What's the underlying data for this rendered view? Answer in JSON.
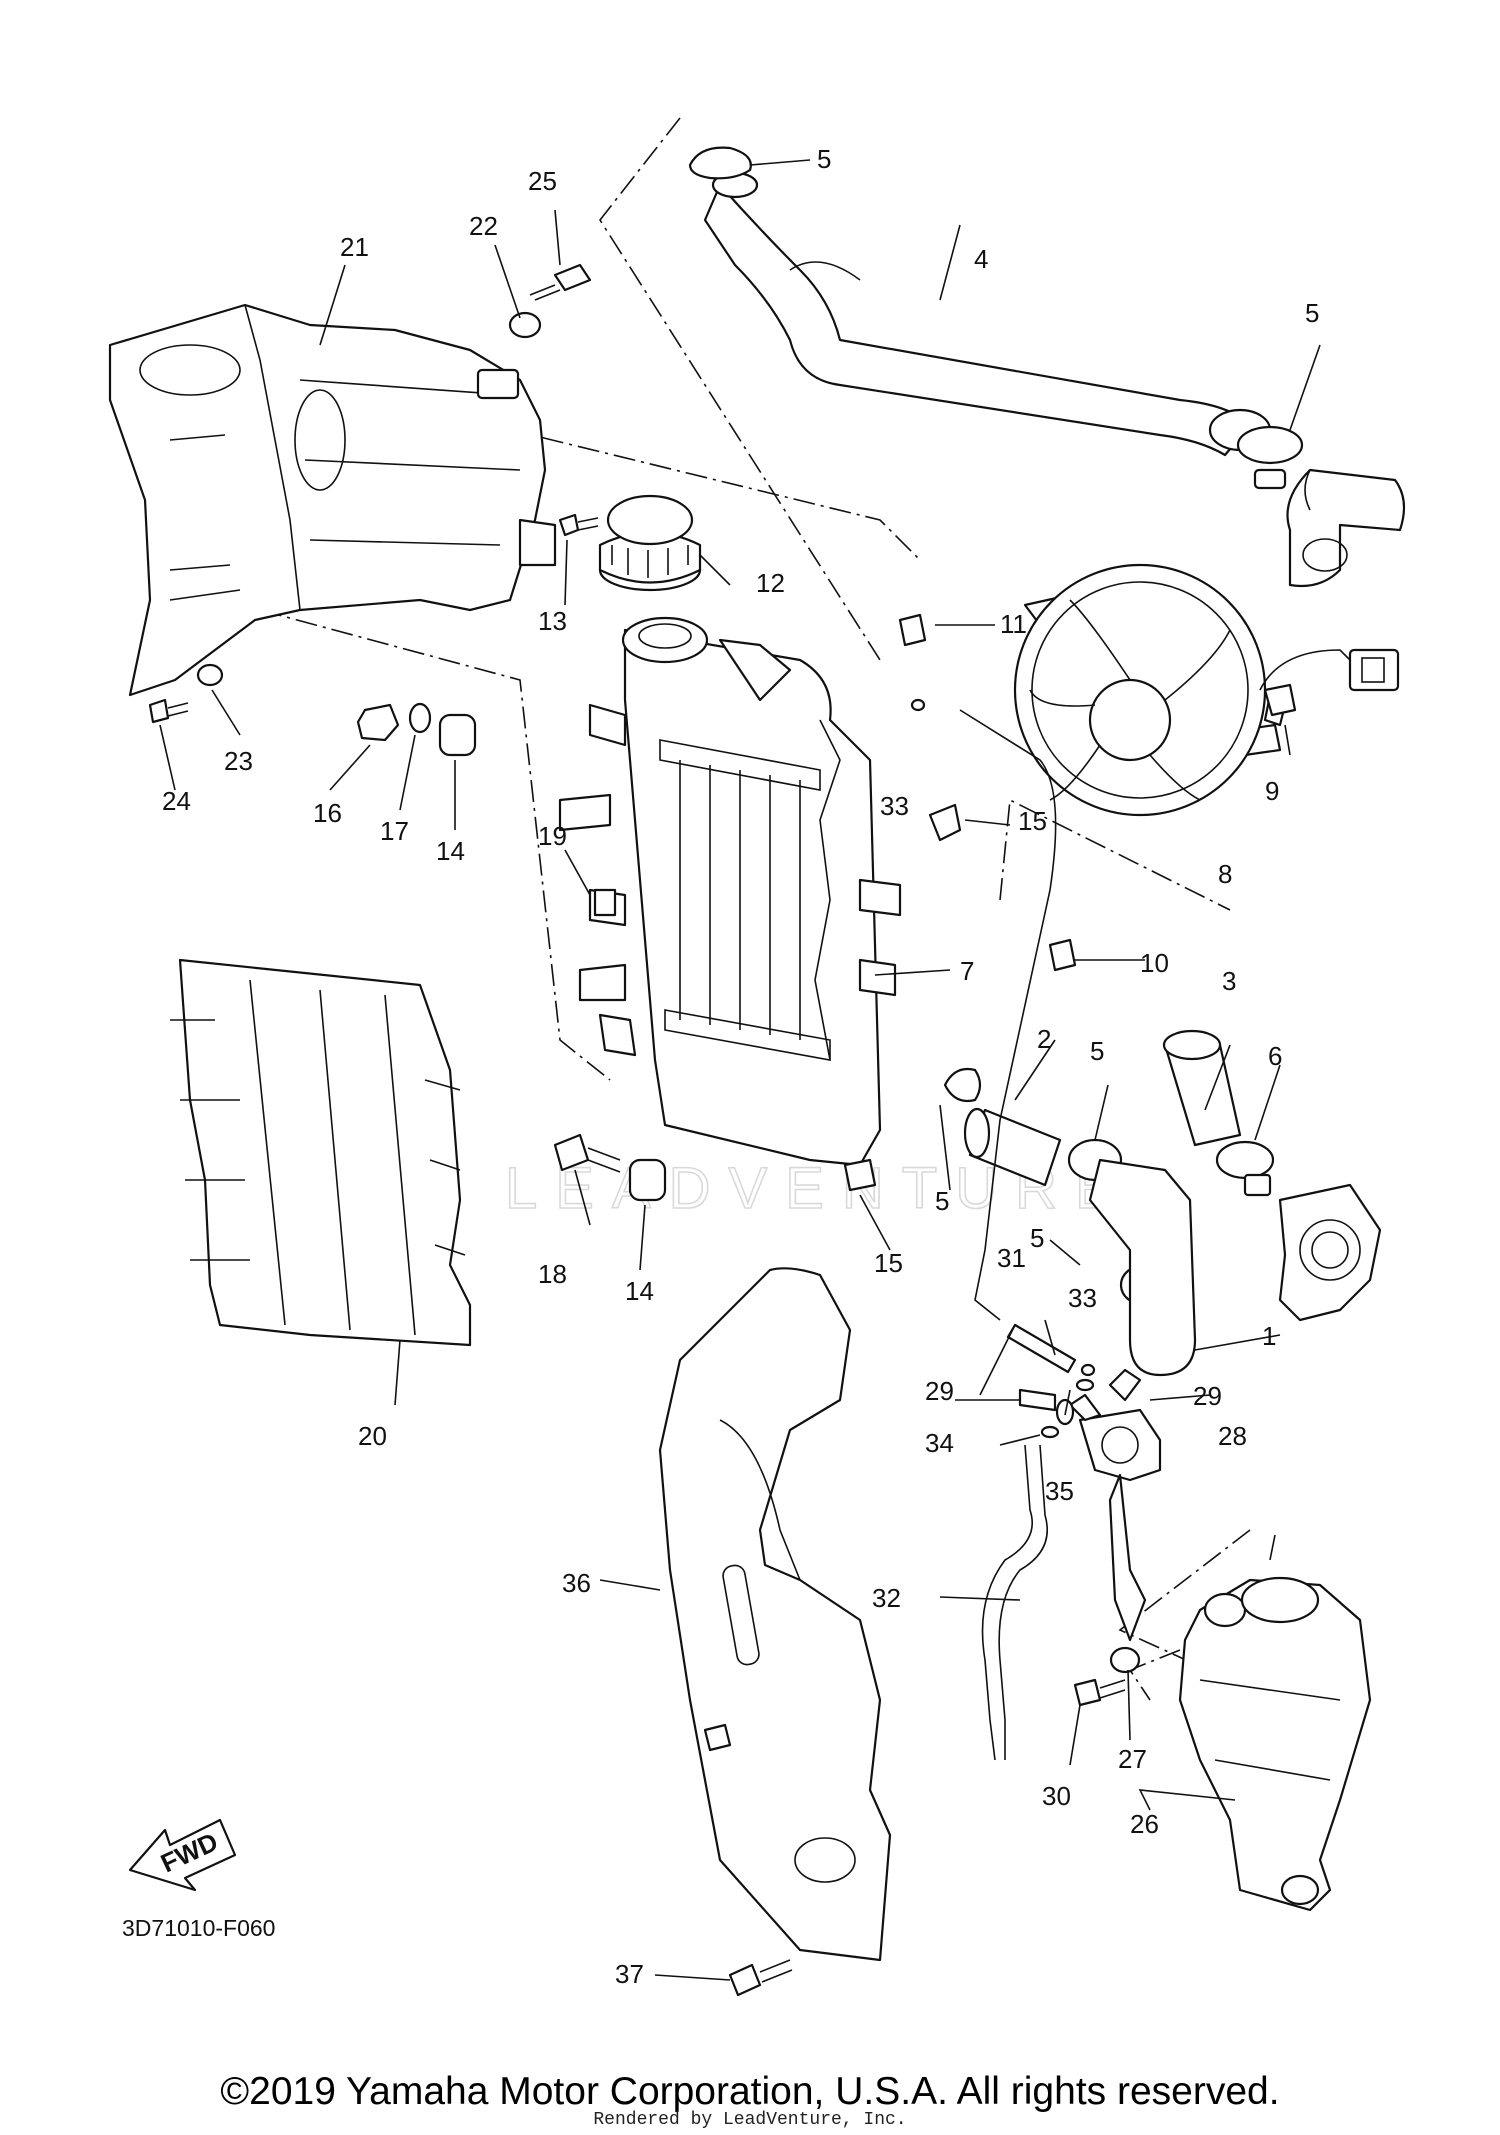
{
  "diagram": {
    "callouts": [
      "1",
      "2",
      "3",
      "4",
      "5",
      "6",
      "7",
      "8",
      "9",
      "10",
      "11",
      "12",
      "13",
      "14",
      "15",
      "16",
      "17",
      "18",
      "19",
      "20",
      "21",
      "22",
      "23",
      "24",
      "25",
      "26",
      "27",
      "28",
      "29",
      "30",
      "31",
      "32",
      "33",
      "34",
      "35",
      "36",
      "37"
    ],
    "fwd_label": "FWD",
    "watermark": "LEADVENTURE",
    "diagram_code": "3D71010-F060"
  },
  "footer": {
    "copyright": "©2019 Yamaha Motor Corporation, U.S.A. All rights reserved.",
    "rendered_by": "Rendered by LeadVenture, Inc."
  }
}
